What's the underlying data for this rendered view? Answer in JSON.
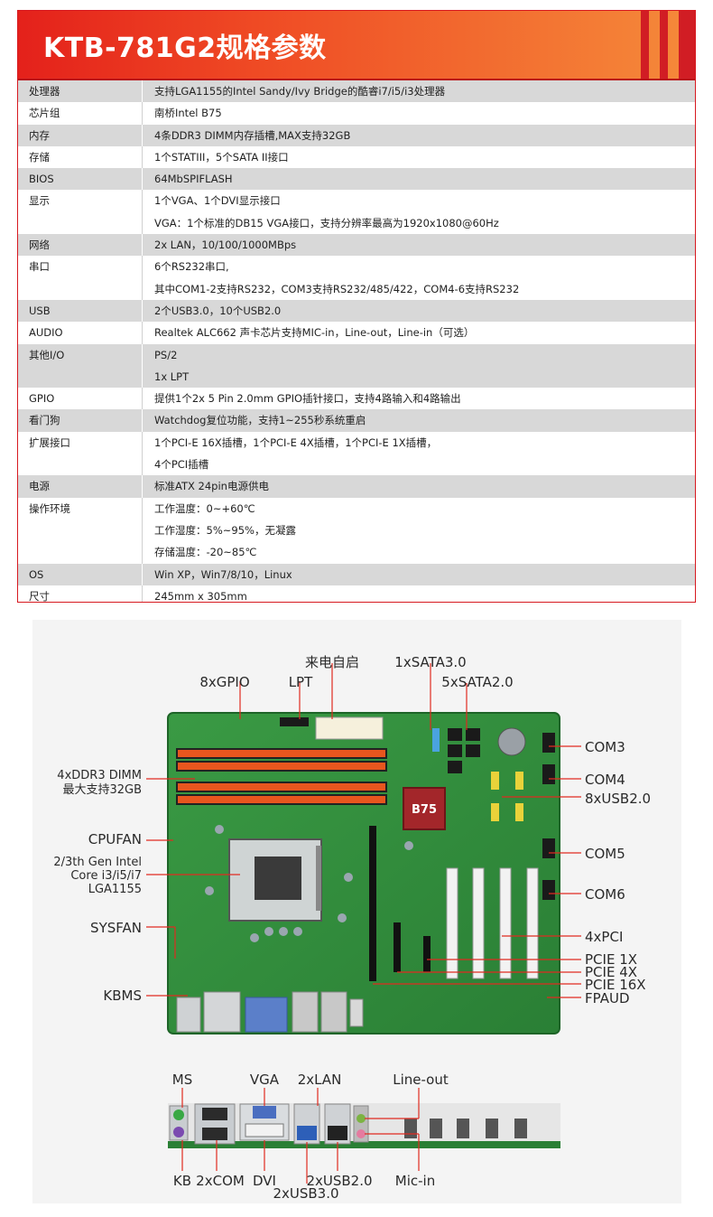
{
  "spec": {
    "title": "KTB-781G2规格参数",
    "rows": [
      {
        "label": "处理器",
        "values": [
          "支持LGA1155的Intel Sandy/Ivy Bridge的酷睿i7/i5/i3处理器"
        ]
      },
      {
        "label": "芯片组",
        "values": [
          "南桥Intel B75"
        ]
      },
      {
        "label": "内存",
        "values": [
          "4条DDR3 DIMM内存插槽,MAX支持32GB"
        ]
      },
      {
        "label": "存储",
        "values": [
          "1个STATIII，5个SATA II接口"
        ]
      },
      {
        "label": "BIOS",
        "values": [
          "64MbSPIFLASH"
        ]
      },
      {
        "label": "显示",
        "values": [
          "1个VGA、1个DVI显示接口",
          "VGA：1个标准的DB15 VGA接口，支持分辨率最高为1920x1080@60Hz"
        ]
      },
      {
        "label": "网络",
        "values": [
          "2x LAN，10/100/1000MBps"
        ]
      },
      {
        "label": "串口",
        "values": [
          "6个RS232串口,",
          "其中COM1-2支持RS232，COM3支持RS232/485/422，COM4-6支持RS232"
        ]
      },
      {
        "label": "USB",
        "values": [
          "2个USB3.0，10个USB2.0"
        ]
      },
      {
        "label": "AUDIO",
        "values": [
          "Realtek ALC662 声卡芯片支持MIC-in，Line-out，Line-in（可选）"
        ]
      },
      {
        "label": "其他I/O",
        "values": [
          "PS/2",
          "1x LPT"
        ]
      },
      {
        "label": "GPIO",
        "values": [
          "提供1个2x 5 Pin 2.0mm GPIO插针接口，支持4路输入和4路输出"
        ]
      },
      {
        "label": "看门狗",
        "values": [
          "Watchdog复位功能，支持1~255秒系统重启"
        ]
      },
      {
        "label": "扩展接口",
        "values": [
          "1个PCI-E 16X插槽，1个PCI-E 4X插槽，1个PCI-E 1X插槽，",
          "4个PCI插槽"
        ]
      },
      {
        "label": "电源",
        "values": [
          "标准ATX 24pin电源供电"
        ]
      },
      {
        "label": "操作环境",
        "values": [
          "工作温度：0~+60℃",
          "工作湿度：5%~95%，无凝露",
          "存储温度：-20~85℃"
        ]
      },
      {
        "label": "OS",
        "values": [
          "Win XP，Win7/8/10，Linux"
        ]
      },
      {
        "label": "尺寸",
        "values": [
          "245mm x 305mm"
        ]
      }
    ]
  },
  "board": {
    "chip_label": "B75",
    "labels": {
      "power_on": "来电自启",
      "sata3": "1xSATA3.0",
      "gpio": "8xGPIO",
      "lpt": "LPT",
      "sata2": "5xSATA2.0",
      "ddr3_1": "4xDDR3 DIMM",
      "ddr3_2": "最大支持32GB",
      "cpufan": "CPUFAN",
      "cpu_1": "2/3th Gen Intel",
      "cpu_2": "Core i3/i5/i7",
      "cpu_3": "LGA1155",
      "sysfan": "SYSFAN",
      "kbms": "KBMS",
      "com3": "COM3",
      "com4": "COM4",
      "usb2_8": "8xUSB2.0",
      "com5": "COM5",
      "com6": "COM6",
      "pci4": "4xPCI",
      "pcie1": "PCIE 1X",
      "pcie4": "PCIE 4X",
      "pcie16": "PCIE 16X",
      "fpaud": "FPAUD"
    }
  },
  "io": {
    "labels": {
      "ms": "MS",
      "vga": "VGA",
      "lan": "2xLAN",
      "lineout": "Line-out",
      "kb": "KB",
      "com2": "2xCOM",
      "dvi": "DVI",
      "usb2": "2xUSB2.0",
      "usb3": "2xUSB3.0",
      "micin": "Mic-in"
    }
  },
  "colors": {
    "accent_red": "#e4211b",
    "row_gray": "#d8d8d8",
    "pcb_green": "#2f8f3a",
    "ram_orange": "#e8561e"
  }
}
